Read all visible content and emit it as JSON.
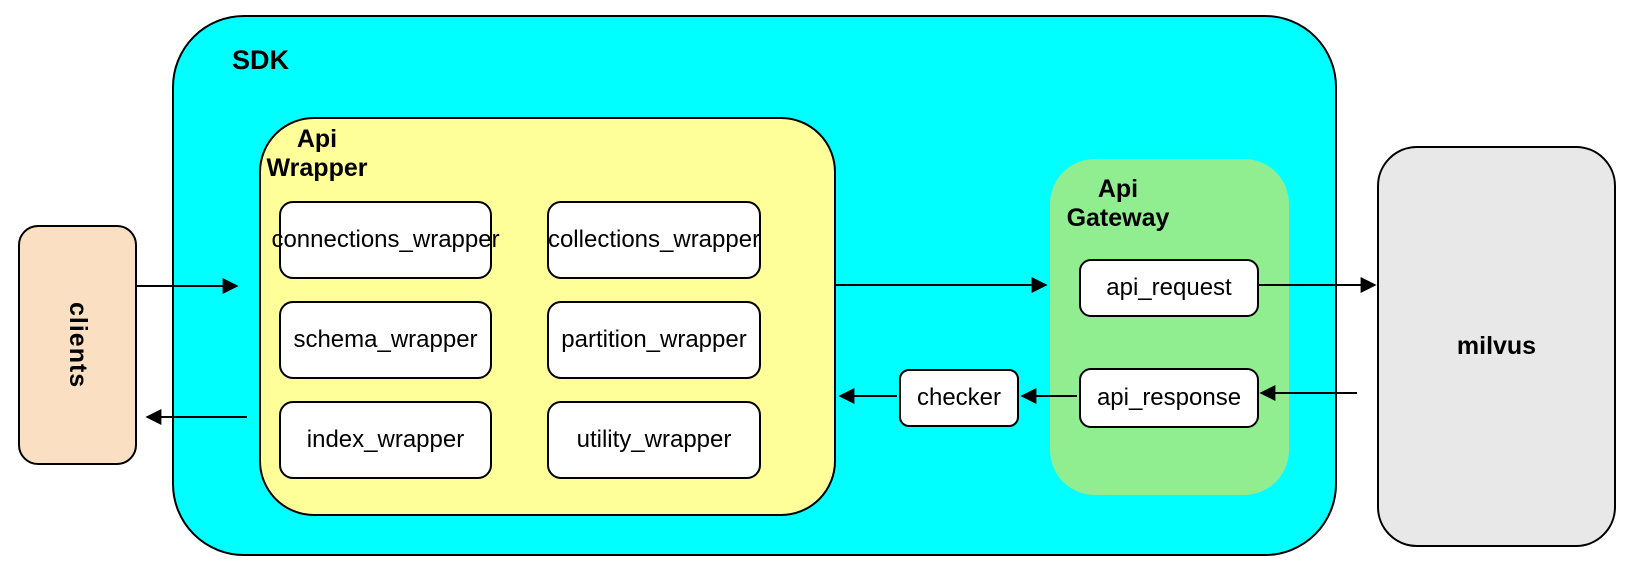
{
  "clients": {
    "label": "clients"
  },
  "sdk": {
    "label": "SDK",
    "api_wrapper": {
      "label_lines": [
        "Api",
        "Wrapper"
      ],
      "boxes": [
        "connections_wrapper",
        "collections_wrapper",
        "schema_wrapper",
        "partition_wrapper",
        "index_wrapper",
        "utility_wrapper"
      ]
    },
    "checker": {
      "label": "checker"
    },
    "api_gateway": {
      "label_lines": [
        "Api",
        "Gateway"
      ],
      "boxes": [
        "api_request",
        "api_response"
      ]
    }
  },
  "milvus": {
    "label": "milvus"
  },
  "colors": {
    "sdk_fill": "#00FFFF",
    "api_wrapper_fill": "#FFFF99",
    "api_gateway_fill": "#90EE90",
    "clients_fill": "#FBDFC2",
    "milvus_fill": "#E8E8E8",
    "leaf_fill": "#FFFFFF",
    "stroke": "#000000"
  },
  "connections": [
    {
      "from": "clients",
      "to": "api_wrapper"
    },
    {
      "from": "api_wrapper",
      "to": "clients"
    },
    {
      "from": "api_wrapper",
      "to": "api_gateway"
    },
    {
      "from": "api_request",
      "to": "milvus"
    },
    {
      "from": "milvus",
      "to": "api_response"
    },
    {
      "from": "api_response",
      "to": "checker"
    },
    {
      "from": "checker",
      "to": "api_wrapper"
    }
  ]
}
